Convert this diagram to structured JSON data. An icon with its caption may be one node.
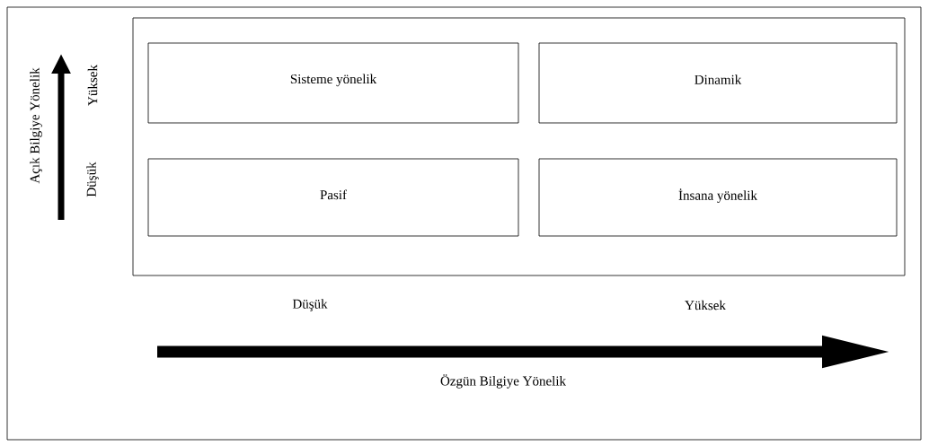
{
  "diagram": {
    "nodes": [
      {
        "text": [],
        "shape": "box"
      },
      {
        "text": [
          "Sisteme yönelik"
        ],
        "in": 0
      },
      {
        "text": [
          "Dinamik"
        ],
        "in": 0
      },
      {
        "text": [
          "Pasif"
        ],
        "in": 0
      },
      {
        "text": [
          "İnsana yönelik"
        ],
        "in": 0
      }
    ],
    "labels": [
      "Açık Bilgiye Yönelik",
      "Yüksek",
      "Düşük",
      "Düşük",
      "Yüksek",
      "Özgün Bilgiye Yönelik"
    ]
  }
}
